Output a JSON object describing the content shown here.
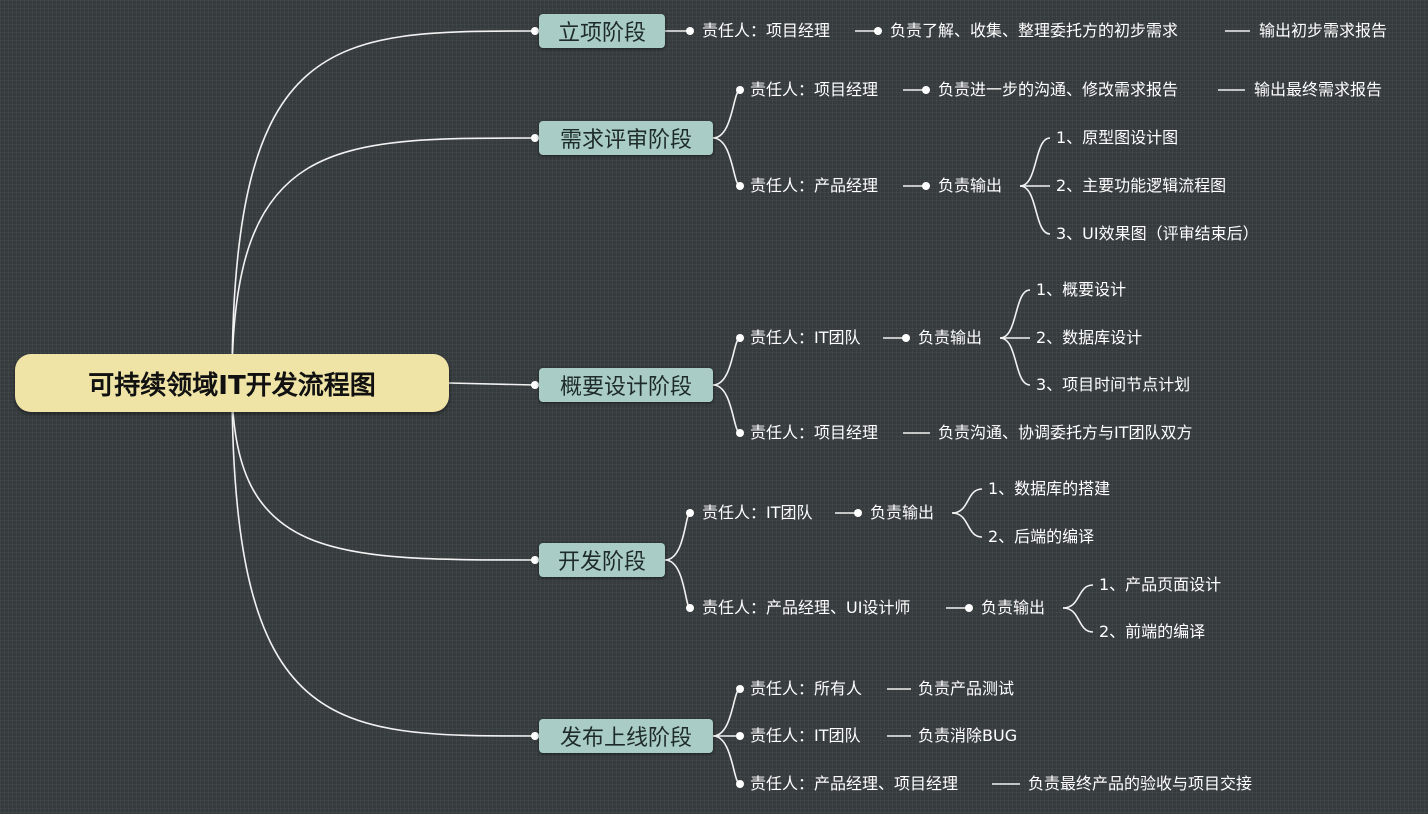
{
  "title": "可持续领域IT开发流程图",
  "stages": [
    {
      "label": "立项阶段",
      "duty": [
        {
          "owner": "责任人：项目经理",
          "task": "负责了解、收集、整理委托方的初步需求",
          "output": "输出初步需求报告"
        }
      ]
    },
    {
      "label": "需求评审阶段",
      "duty": [
        {
          "owner": "责任人：项目经理",
          "task": "负责进一步的沟通、修改需求报告",
          "output": "输出最终需求报告"
        },
        {
          "owner": "责任人：产品经理",
          "task": "负责输出",
          "items": [
            "1、原型图设计图",
            "2、主要功能逻辑流程图",
            "3、UI效果图（评审结束后）"
          ]
        }
      ]
    },
    {
      "label": "概要设计阶段",
      "duty": [
        {
          "owner": "责任人：IT团队",
          "task": "负责输出",
          "items": [
            "1、概要设计",
            "2、数据库设计",
            "3、项目时间节点计划"
          ]
        },
        {
          "owner": "责任人：项目经理",
          "task": "负责沟通、协调委托方与IT团队双方"
        }
      ]
    },
    {
      "label": "开发阶段",
      "duty": [
        {
          "owner": "责任人：IT团队",
          "task": "负责输出",
          "items": [
            "1、数据库的搭建",
            "2、后端的编译"
          ]
        },
        {
          "owner": "责任人：产品经理、UI设计师",
          "task": "负责输出",
          "items": [
            "1、产品页面设计",
            "2、前端的编译"
          ]
        }
      ]
    },
    {
      "label": "发布上线阶段",
      "duty": [
        {
          "owner": "责任人：所有人",
          "task": "负责产品测试"
        },
        {
          "owner": "责任人：IT团队",
          "task": "负责消除BUG"
        },
        {
          "owner": "责任人：产品经理、项目经理",
          "task": "负责最终产品的验收与项目交接"
        }
      ]
    }
  ]
}
